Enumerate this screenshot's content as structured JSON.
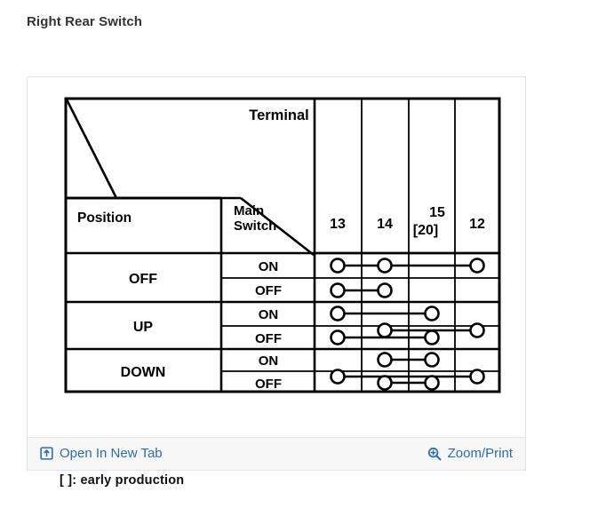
{
  "page": {
    "title": "Right Rear Switch"
  },
  "table": {
    "corner_labels": {
      "terminal": "Terminal",
      "position": "Position",
      "main_switch": "Main Switch",
      "main_switch_line1": "Main",
      "main_switch_line2": "Switch"
    },
    "terminal_columns": [
      {
        "id": "t13",
        "label": "13",
        "sub": ""
      },
      {
        "id": "t14",
        "label": "14",
        "sub": ""
      },
      {
        "id": "t15",
        "label": "15",
        "sub": "[20]"
      },
      {
        "id": "t12",
        "label": "12",
        "sub": ""
      }
    ],
    "position_groups": [
      {
        "label": "OFF",
        "rows": [
          {
            "main_switch": "ON"
          },
          {
            "main_switch": "OFF"
          }
        ]
      },
      {
        "label": "UP",
        "rows": [
          {
            "main_switch": "ON"
          },
          {
            "main_switch": "OFF"
          }
        ]
      },
      {
        "label": "DOWN",
        "rows": [
          {
            "main_switch": "ON"
          },
          {
            "main_switch": "OFF"
          }
        ]
      }
    ],
    "continuity_rows": [
      {
        "position": "OFF",
        "main_switch": "ON",
        "terminals": [
          "13",
          "14",
          "12"
        ],
        "connections": [
          {
            "from": "13",
            "to": "12",
            "via": [
              "13",
              "14",
              "12"
            ],
            "level": "mid"
          }
        ]
      },
      {
        "position": "OFF",
        "main_switch": "OFF",
        "terminals": [
          "13",
          "14"
        ],
        "connections": [
          {
            "from": "13",
            "to": "14",
            "via": [
              "13",
              "14"
            ],
            "level": "mid"
          }
        ]
      },
      {
        "position": "UP",
        "main_switch": "ON",
        "terminals": [
          "13",
          "15",
          "14",
          "12"
        ],
        "connections": [
          {
            "from": "13",
            "to": "15",
            "via": [
              "13",
              "15"
            ],
            "level": "upper"
          },
          {
            "from": "14",
            "to": "12",
            "via": [
              "14",
              "12"
            ],
            "level": "lower"
          }
        ]
      },
      {
        "position": "UP",
        "main_switch": "OFF",
        "terminals": [
          "13",
          "15"
        ],
        "connections": [
          {
            "from": "13",
            "to": "15",
            "via": [
              "13",
              "15"
            ],
            "level": "mid"
          }
        ]
      },
      {
        "position": "DOWN",
        "main_switch": "ON",
        "terminals": [
          "14",
          "15",
          "13",
          "12"
        ],
        "connections": [
          {
            "from": "14",
            "to": "15",
            "via": [
              "14",
              "15"
            ],
            "level": "upper"
          },
          {
            "from": "13",
            "to": "12",
            "via": [
              "13",
              "12"
            ],
            "level": "lower"
          }
        ]
      },
      {
        "position": "DOWN",
        "main_switch": "OFF",
        "terminals": [
          "14",
          "15"
        ],
        "connections": [
          {
            "from": "14",
            "to": "15",
            "via": [
              "14",
              "15"
            ],
            "level": "mid"
          }
        ]
      }
    ],
    "note": "[  ]: early production"
  },
  "footer": {
    "open_new_tab": "Open In New Tab",
    "zoom_print": "Zoom/Print",
    "open_new_tab_icon": "open-in-new-tab-icon",
    "zoom_print_icon": "magnifier-plus-icon"
  },
  "colors": {
    "link": "#2b6cb0",
    "title": "#333333",
    "footer_bg": "#f7f7f7",
    "card_border": "#e2e2e2",
    "table_line": "#000000"
  }
}
